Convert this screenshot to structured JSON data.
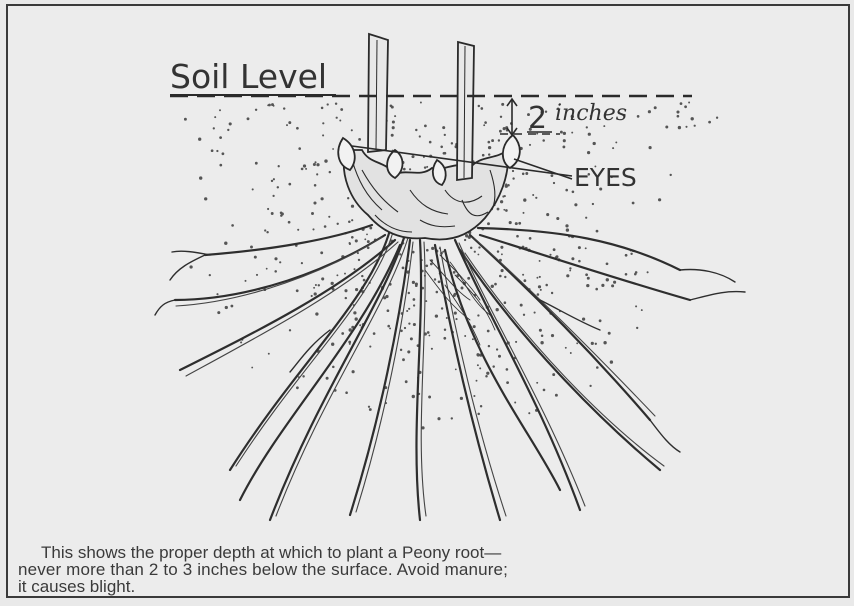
{
  "labels": {
    "soil_level": "Soil Level",
    "depth_number": "2",
    "depth_unit": "inches",
    "eyes": "EYES"
  },
  "caption": {
    "line1": "This shows the proper depth at which to plant a Peony root—",
    "line2": "never more than 2 to 3 inches below the surface. Avoid manure;",
    "line3": "it causes blight."
  },
  "colors": {
    "ink": "#2b2b2b",
    "paper": "#ececec",
    "frame": "#3a3a3a"
  }
}
